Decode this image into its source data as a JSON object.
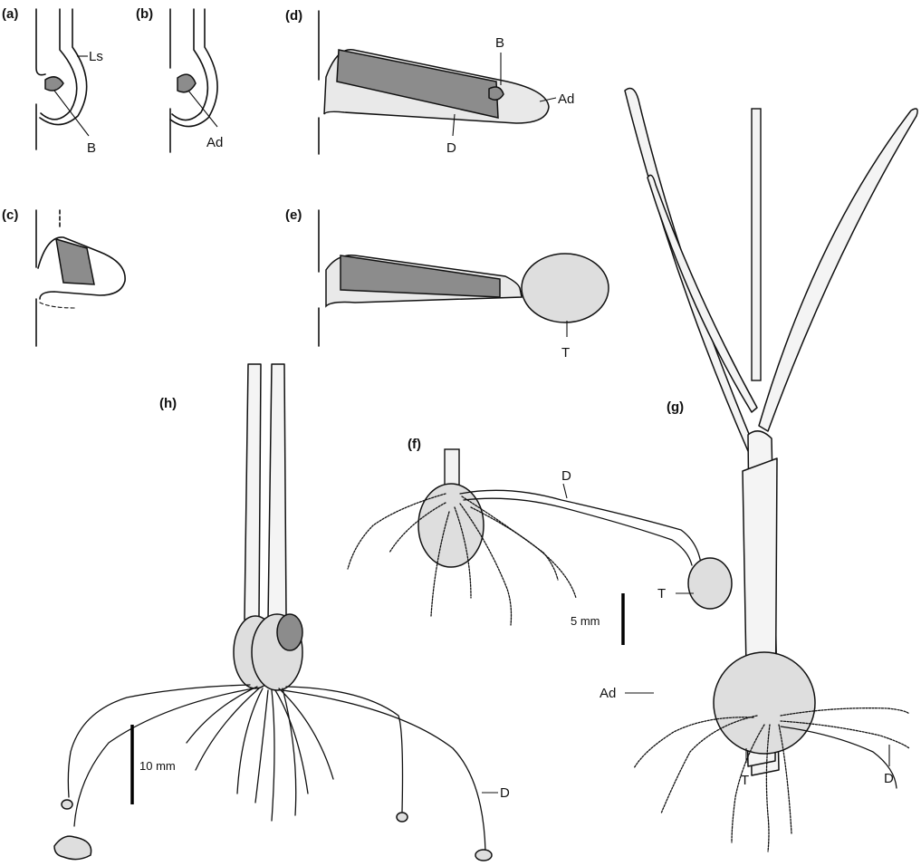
{
  "panels": {
    "a": {
      "label": "(a)",
      "labels": [
        "Ls",
        "B"
      ]
    },
    "b": {
      "label": "(b)",
      "labels": [
        "Ad"
      ]
    },
    "c": {
      "label": "(c)"
    },
    "d": {
      "label": "(d)",
      "labels": [
        "B",
        "Ad",
        "D"
      ]
    },
    "e": {
      "label": "(e)",
      "labels": [
        "T"
      ]
    },
    "f": {
      "label": "(f)",
      "labels": [
        "D",
        "T"
      ],
      "scale": "5 mm"
    },
    "g": {
      "label": "(g)",
      "labels": [
        "Ad",
        "D",
        "T"
      ]
    },
    "h": {
      "label": "(h)",
      "labels": [
        "D"
      ],
      "scale": "10 mm"
    }
  }
}
